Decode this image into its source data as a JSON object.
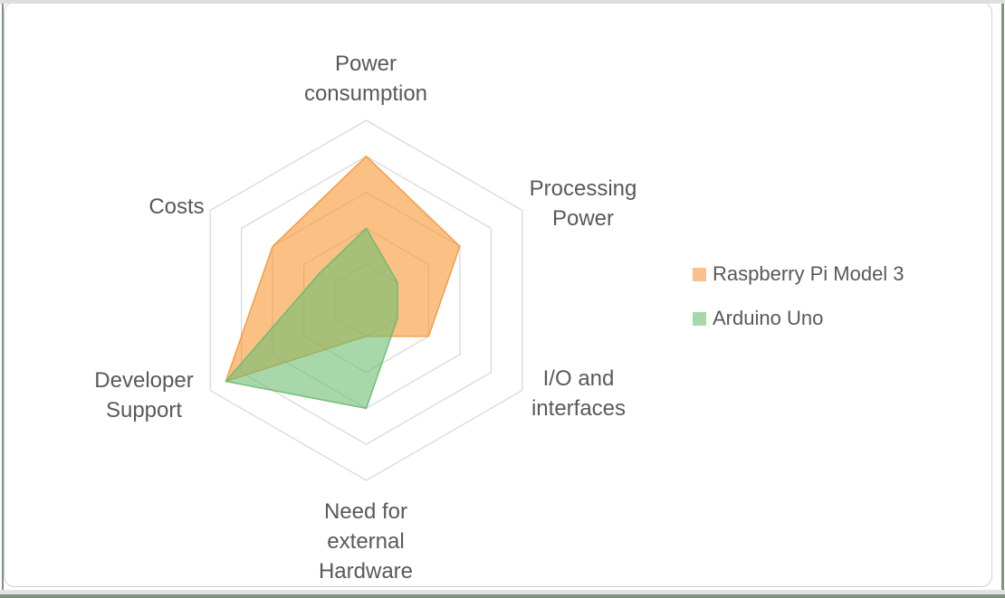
{
  "chart_data": {
    "type": "radar",
    "categories": [
      "Power consumption",
      "Processing Power",
      "I/O and interfaces",
      "Need for external Hardware",
      "Developer Support",
      "Costs"
    ],
    "series": [
      {
        "name": "Raspberry Pi Model 3",
        "values": [
          8,
          6,
          4,
          2,
          9,
          6
        ]
      },
      {
        "name": "Arduino Uno",
        "values": [
          4,
          2,
          2,
          6,
          9,
          3
        ]
      }
    ],
    "rmax": 10,
    "rings": [
      2,
      4,
      6,
      8,
      10
    ],
    "grid": "concentric hexagon rings only, no radial spokes, no tick labels",
    "legend_position": "right-middle"
  },
  "styles": {
    "series_fill": [
      "#F79632",
      "#6EBE71"
    ],
    "series_fill_opacity": 0.6,
    "series_stroke": [
      "#F3963E",
      "#6CB870"
    ],
    "legend_swatch": [
      "#FAC08E",
      "#A8D8AA"
    ],
    "grid_color": "#D9D9D9",
    "text_color": "#595959"
  },
  "axis_labels": {
    "power": "Power\nconsumption",
    "processing": "Processing\nPower",
    "io": "I/O and\ninterfaces",
    "need": "Need for\nexternal\nHardware",
    "developer": "Developer\nSupport",
    "costs": "Costs"
  },
  "legend": {
    "items": [
      {
        "label": "Raspberry Pi Model 3"
      },
      {
        "label": "Arduino Uno"
      }
    ]
  }
}
